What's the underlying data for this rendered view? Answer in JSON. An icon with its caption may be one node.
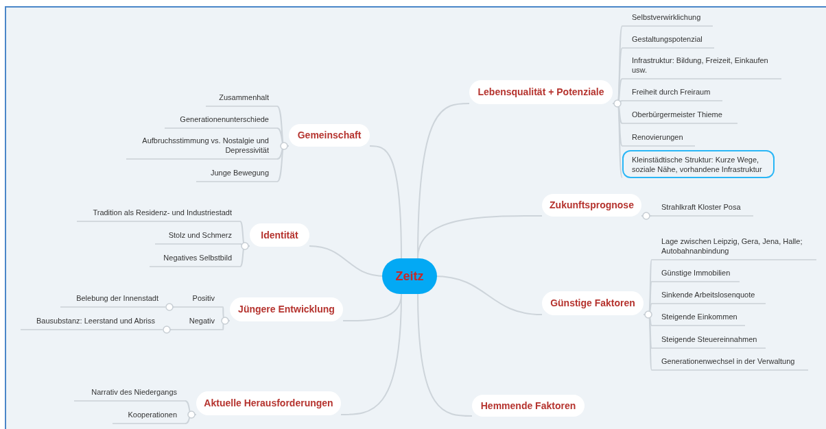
{
  "diagram": {
    "nodes": [
      {
        "text": [
          "Zeitz"
        ]
      },
      {
        "text": [
          "Lebensqualität + Potenziale"
        ]
      },
      {
        "text": [
          "Selbstverwirklichung"
        ]
      },
      {
        "text": [
          "Gestaltungspotenzial"
        ]
      },
      {
        "text": [
          "Infrastruktur: Bildung, Freizeit, Einkaufen usw."
        ]
      },
      {
        "text": [
          "Freiheit durch Freiraum"
        ]
      },
      {
        "text": [
          "Oberbürgermeister Thieme"
        ]
      },
      {
        "text": [
          "Renovierungen"
        ]
      },
      {
        "text": [
          "Kleinstädtische Struktur: Kurze Wege, soziale Nähe, vorhandene Infrastruktur"
        ]
      },
      {
        "text": [
          "Zukunftsprognose"
        ]
      },
      {
        "text": [
          "Strahlkraft Kloster Posa"
        ]
      },
      {
        "text": [
          "Günstige Faktoren"
        ]
      },
      {
        "text": [
          "Lage zwischen Leipzig, Gera, Jena, Halle; Autobahnanbindung"
        ]
      },
      {
        "text": [
          "Günstige Immobilien"
        ]
      },
      {
        "text": [
          "Sinkende Arbeitslosenquote"
        ]
      },
      {
        "text": [
          "Steigende Einkommen"
        ]
      },
      {
        "text": [
          "Steigende Steuereinnahmen"
        ]
      },
      {
        "text": [
          "Generationenwechsel in der Verwaltung"
        ]
      },
      {
        "text": [
          "Hemmende Faktoren"
        ]
      },
      {
        "text": [
          "Gemeinschaft"
        ]
      },
      {
        "text": [
          "Zusammenhalt"
        ]
      },
      {
        "text": [
          "Generationenunterschiede"
        ]
      },
      {
        "text": [
          "Aufbruchsstimmung vs. Nostalgie und Depressivität"
        ]
      },
      {
        "text": [
          "Junge Bewegung"
        ]
      },
      {
        "text": [
          "Identität"
        ]
      },
      {
        "text": [
          "Tradition als Residenz- und Industriestadt"
        ]
      },
      {
        "text": [
          "Stolz und Schmerz"
        ]
      },
      {
        "text": [
          "Negatives Selbstbild"
        ]
      },
      {
        "text": [
          "Jüngere Entwicklung"
        ]
      },
      {
        "text": [
          "Positiv"
        ]
      },
      {
        "text": [
          "Belebung der Innenstadt"
        ]
      },
      {
        "text": [
          "Negativ"
        ]
      },
      {
        "text": [
          "Bausubstanz: Leerstand und Abriss"
        ]
      },
      {
        "text": [
          "Aktuelle Herausforderungen"
        ]
      },
      {
        "text": [
          "Narrativ des Niedergangs"
        ]
      },
      {
        "text": [
          "Kooperationen"
        ]
      }
    ],
    "edges": [
      {
        "from": 0,
        "to": 1,
        "arrow": "none"
      },
      {
        "from": 1,
        "to": 2,
        "arrow": "none"
      },
      {
        "from": 1,
        "to": 3,
        "arrow": "none"
      },
      {
        "from": 1,
        "to": 4,
        "arrow": "none"
      },
      {
        "from": 1,
        "to": 5,
        "arrow": "none"
      },
      {
        "from": 1,
        "to": 6,
        "arrow": "none"
      },
      {
        "from": 1,
        "to": 7,
        "arrow": "none"
      },
      {
        "from": 1,
        "to": 8,
        "arrow": "none"
      },
      {
        "from": 0,
        "to": 9,
        "arrow": "none"
      },
      {
        "from": 9,
        "to": 10,
        "arrow": "none"
      },
      {
        "from": 0,
        "to": 11,
        "arrow": "none"
      },
      {
        "from": 11,
        "to": 12,
        "arrow": "none"
      },
      {
        "from": 11,
        "to": 13,
        "arrow": "none"
      },
      {
        "from": 11,
        "to": 14,
        "arrow": "none"
      },
      {
        "from": 11,
        "to": 15,
        "arrow": "none"
      },
      {
        "from": 11,
        "to": 16,
        "arrow": "none"
      },
      {
        "from": 11,
        "to": 17,
        "arrow": "none"
      },
      {
        "from": 0,
        "to": 18,
        "arrow": "none"
      },
      {
        "from": 0,
        "to": 19,
        "arrow": "none"
      },
      {
        "from": 19,
        "to": 20,
        "arrow": "none"
      },
      {
        "from": 19,
        "to": 21,
        "arrow": "none"
      },
      {
        "from": 19,
        "to": 22,
        "arrow": "none"
      },
      {
        "from": 19,
        "to": 23,
        "arrow": "none"
      },
      {
        "from": 0,
        "to": 24,
        "arrow": "none"
      },
      {
        "from": 24,
        "to": 25,
        "arrow": "none"
      },
      {
        "from": 24,
        "to": 26,
        "arrow": "none"
      },
      {
        "from": 24,
        "to": 27,
        "arrow": "none"
      },
      {
        "from": 0,
        "to": 28,
        "arrow": "none"
      },
      {
        "from": 28,
        "to": 29,
        "arrow": "none"
      },
      {
        "from": 29,
        "to": 30,
        "arrow": "none"
      },
      {
        "from": 28,
        "to": 31,
        "arrow": "none"
      },
      {
        "from": 31,
        "to": 32,
        "arrow": "none"
      },
      {
        "from": 0,
        "to": 33,
        "arrow": "none"
      },
      {
        "from": 33,
        "to": 34,
        "arrow": "none"
      },
      {
        "from": 33,
        "to": 35,
        "arrow": "none"
      }
    ]
  }
}
